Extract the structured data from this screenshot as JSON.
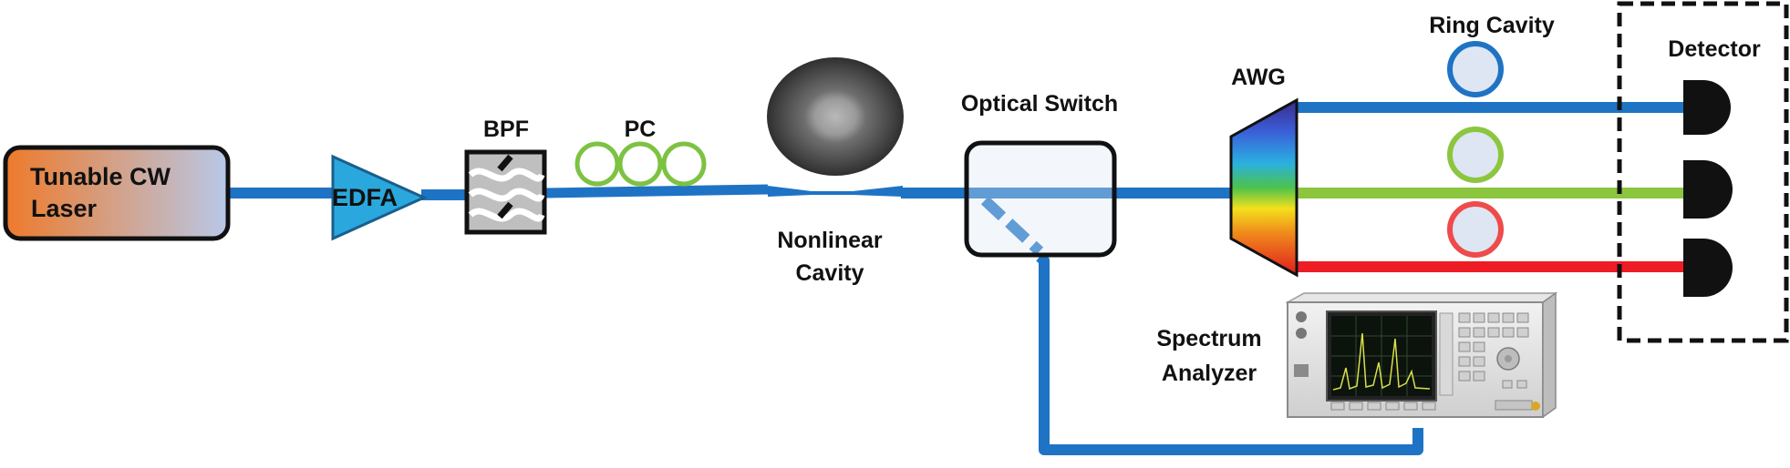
{
  "labels": {
    "laser_line1": "Tunable CW",
    "laser_line2": "Laser",
    "edfa": "EDFA",
    "bpf": "BPF",
    "pc": "PC",
    "nonlinear_line1": "Nonlinear",
    "nonlinear_line2": "Cavity",
    "optical_switch": "Optical Switch",
    "awg": "AWG",
    "ring_cavity": "Ring Cavity",
    "detector": "Detector",
    "spectrum_line1": "Spectrum",
    "spectrum_line2": "Analyzer"
  },
  "colors": {
    "fiber": "#1f73c4",
    "green_channel": "#8cc63f",
    "red_channel": "#ee1c24",
    "ring_blue": "#1f73c4",
    "ring_green": "#8cc63f",
    "ring_red": "#ee4b4b",
    "ring_fill": "#dde6f2",
    "edfa_fill": "#2aa8de",
    "laser_left": "#ee7a2a",
    "laser_right": "#b8c8e8",
    "detector": "#111111",
    "pc_loops": "#7dc242"
  },
  "icons": [
    "laser-source",
    "edfa-amplifier-icon",
    "bandpass-filter-icon",
    "polarization-controller-icon",
    "nonlinear-cavity-icon",
    "optical-switch-icon",
    "awg-icon",
    "ring-cavity-icon",
    "photodetector-icon",
    "spectrum-analyzer-icon"
  ]
}
